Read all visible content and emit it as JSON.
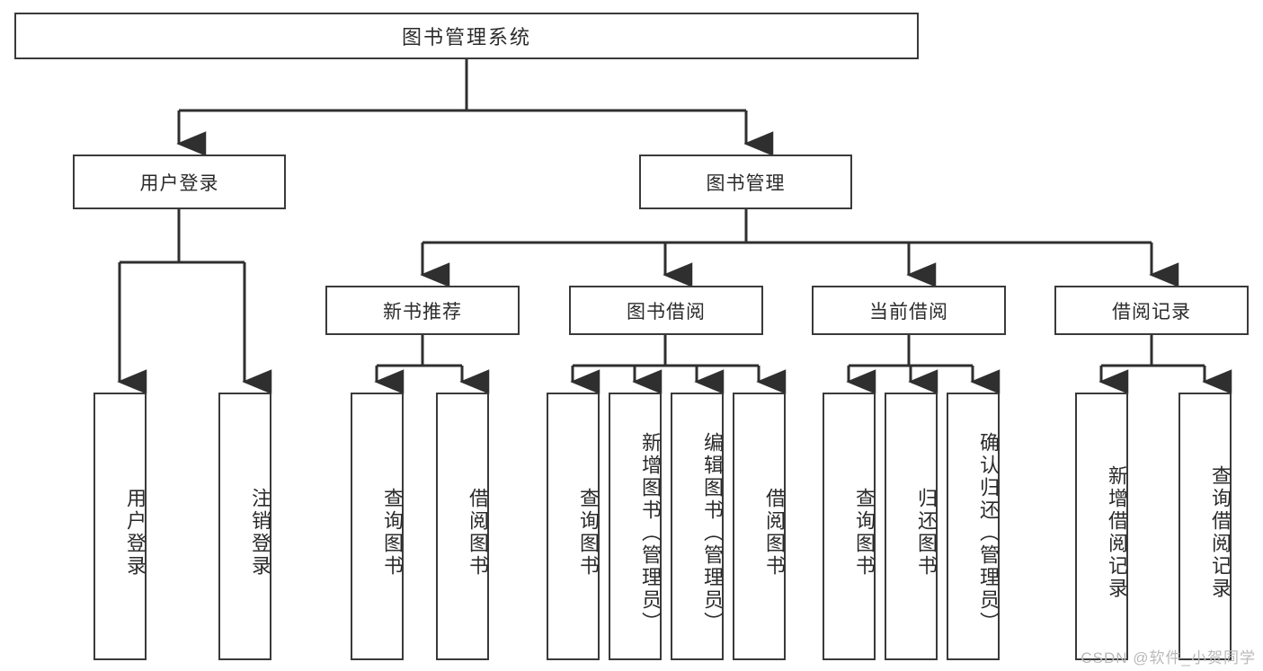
{
  "diagram": {
    "type": "tree-hierarchy-functional-decomposition",
    "root": {
      "label": "图书管理系统"
    },
    "level1": [
      {
        "label": "用户登录"
      },
      {
        "label": "图书管理"
      }
    ],
    "level2": [
      {
        "label": "新书推荐"
      },
      {
        "label": "图书借阅"
      },
      {
        "label": "当前借阅"
      },
      {
        "label": "借阅记录"
      }
    ],
    "leaves": {
      "user_login": [
        {
          "label": "用户登录"
        },
        {
          "label": "注销登录"
        }
      ],
      "new_book_recommend": [
        {
          "label": "查询图书"
        },
        {
          "label": "借阅图书"
        }
      ],
      "book_borrow": [
        {
          "label": "查询图书"
        },
        {
          "label": "新增图书（管理员）"
        },
        {
          "label": "编辑图书（管理员）"
        },
        {
          "label": "借阅图书"
        }
      ],
      "current_borrow": [
        {
          "label": "查询图书"
        },
        {
          "label": "归还图书"
        },
        {
          "label": "确认归还（管理员）"
        }
      ],
      "borrow_record": [
        {
          "label": "新增借阅记录"
        },
        {
          "label": "查询借阅记录"
        }
      ]
    }
  },
  "watermark": {
    "text": "CSDN @软件_小贺同学"
  },
  "colors": {
    "box_border": "#3a3a3a",
    "box_fill": "#ffffff",
    "edge": "#2f2f2f",
    "text": "#2b2b2b",
    "watermark": "#b9b9b9",
    "background": "#ffffff"
  }
}
